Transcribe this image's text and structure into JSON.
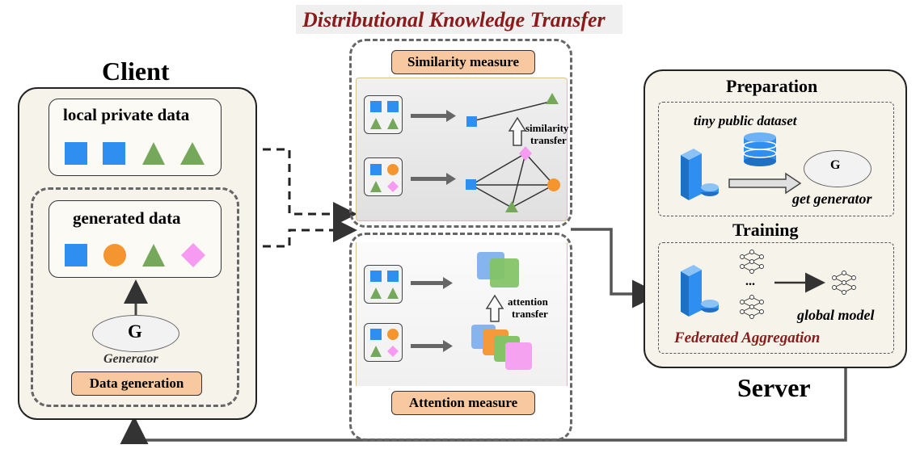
{
  "header": {
    "title": "Distributional Knowledge Transfer"
  },
  "client": {
    "title": "Client",
    "local_data_label": "local private data",
    "generated_data_label": "generated data",
    "generator_letter": "G",
    "generator_label": "Generator",
    "data_generation_label": "Data generation"
  },
  "middle": {
    "similarity_label": "Similarity measure",
    "similarity_transfer_line1": "similarity",
    "similarity_transfer_line2": "transfer",
    "attention_transfer_line1": "attention",
    "attention_transfer_line2": "transfer",
    "attention_label": "Attention measure"
  },
  "server": {
    "preparation_label": "Preparation",
    "public_dataset_label": "tiny public dataset",
    "generator_letter": "G",
    "get_generator_label": "get generator",
    "training_label": "Training",
    "ellipsis": "...",
    "global_model_label": "global model",
    "federated_label": "Federated Aggregation",
    "title": "Server"
  },
  "colors": {
    "blue": "#2e8ff0",
    "green": "#76a85c",
    "orange": "#f4952f",
    "pink": "#f79bf2",
    "title_red": "#8b1a1a",
    "panel_bg": "#f6f3ea",
    "badge_bg": "#f8c9a0"
  }
}
